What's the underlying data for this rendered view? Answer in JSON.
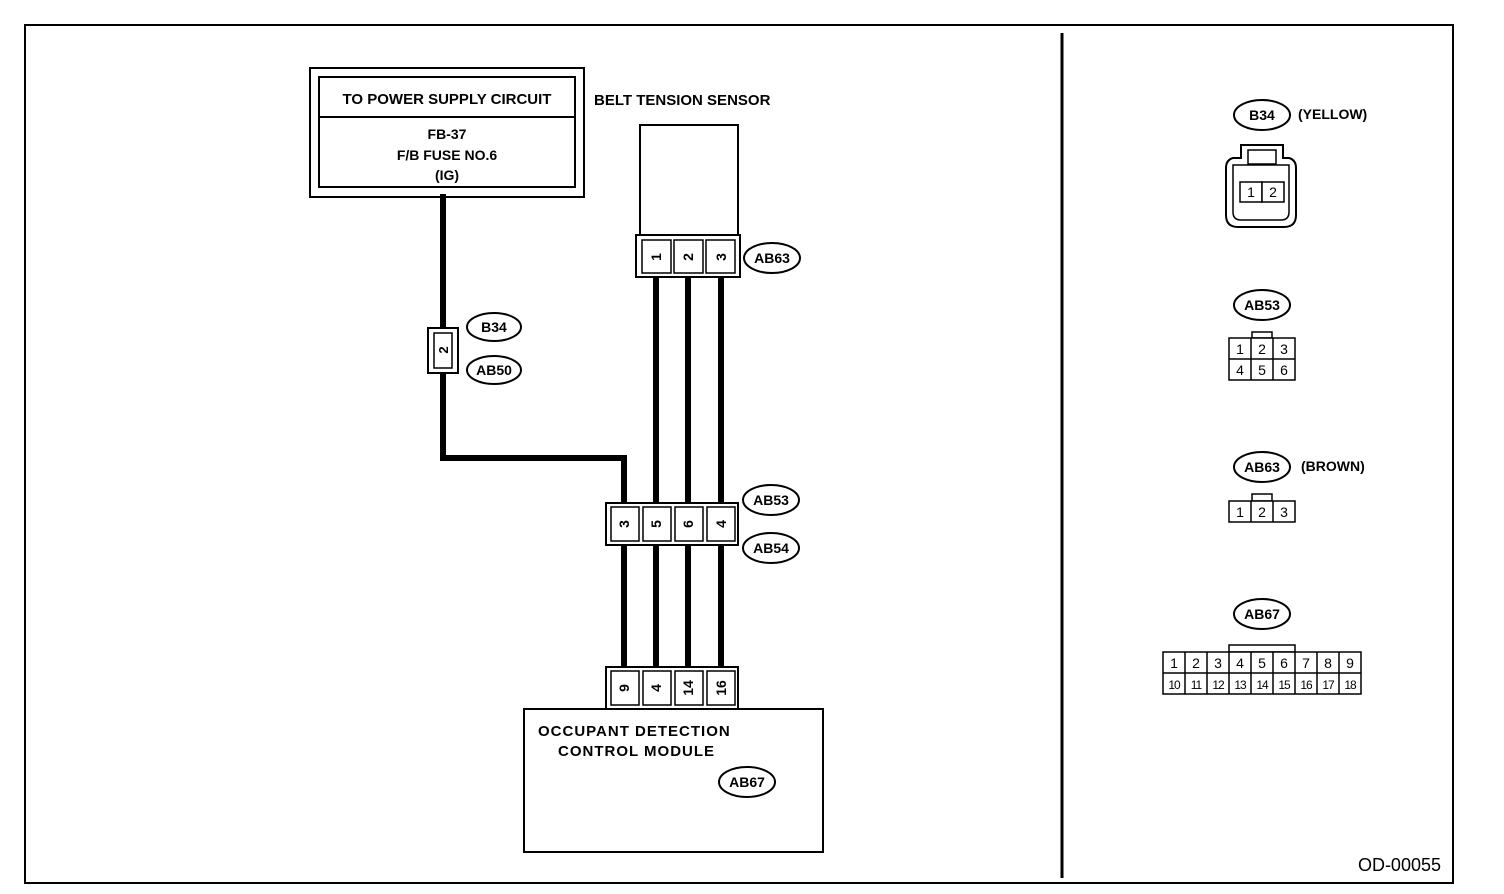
{
  "diagram_code": "OD-00055",
  "power_supply": {
    "title": "TO POWER SUPPLY CIRCUIT",
    "line1": "FB-37",
    "line2": "F/B FUSE NO.6",
    "line3": "(IG)"
  },
  "belt_tension_sensor": {
    "title": "BELT TENSION SENSOR",
    "connector": "AB63",
    "pins": [
      "1",
      "2",
      "3"
    ]
  },
  "joint_b34": {
    "connector_top": "B34",
    "connector_bottom": "AB50",
    "pin": "2"
  },
  "joint_ab53": {
    "connector_top": "AB53",
    "connector_bottom": "AB54",
    "pins": [
      "3",
      "5",
      "6",
      "4"
    ]
  },
  "module": {
    "line1": "OCCUPANT DETECTION",
    "line2": "CONTROL MODULE",
    "connector": "AB67",
    "pins": [
      "9",
      "4",
      "14",
      "16"
    ]
  },
  "connector_views": {
    "b34": {
      "name": "B34",
      "color": "(YELLOW)",
      "pins": [
        "1",
        "2"
      ]
    },
    "ab53": {
      "name": "AB53",
      "rows": [
        [
          "1",
          "2",
          "3"
        ],
        [
          "4",
          "5",
          "6"
        ]
      ]
    },
    "ab63": {
      "name": "AB63",
      "color": "(BROWN)",
      "pins": [
        "1",
        "2",
        "3"
      ]
    },
    "ab67": {
      "name": "AB67",
      "rows": [
        [
          "1",
          "2",
          "3",
          "4",
          "5",
          "6",
          "7",
          "8",
          "9"
        ],
        [
          "10",
          "11",
          "12",
          "13",
          "14",
          "15",
          "16",
          "17",
          "18"
        ]
      ]
    }
  }
}
